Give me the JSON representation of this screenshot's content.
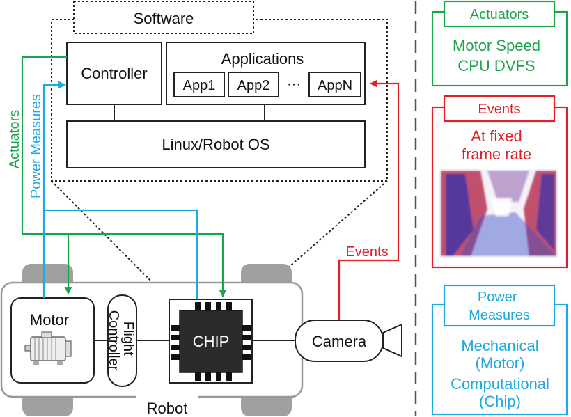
{
  "software": {
    "title": "Software",
    "controller": "Controller",
    "applications": "Applications",
    "apps": [
      "App1",
      "App2",
      "···",
      "AppN"
    ],
    "os": "Linux/Robot OS"
  },
  "robot": {
    "label": "Robot",
    "motor": "Motor",
    "flight_controller": [
      "Flight",
      "Controller"
    ],
    "chip": "CHIP",
    "camera": "Camera"
  },
  "signals": {
    "actuators": "Actuators",
    "power_measures": "Power Measures",
    "events": "Events"
  },
  "legend": {
    "actuators": {
      "title": "Actuators",
      "lines": [
        "Motor Speed",
        "CPU DVFS"
      ]
    },
    "events": {
      "title": "Events",
      "lines": [
        "At fixed",
        "frame rate"
      ]
    },
    "power": {
      "title": [
        "Power",
        "Measures"
      ],
      "lines": [
        "Mechanical",
        "(Motor)",
        "Computational",
        "(Chip)"
      ]
    }
  },
  "colors": {
    "actuators": "#1aa54b",
    "power": "#1fa9e1",
    "events": "#e21f26"
  },
  "icons": [
    "motor-icon",
    "camera-icon",
    "event-frame-image"
  ]
}
